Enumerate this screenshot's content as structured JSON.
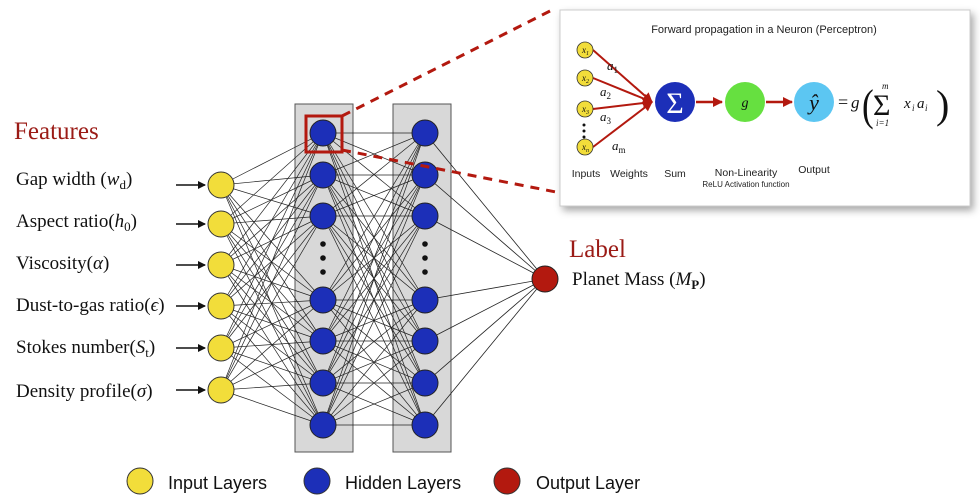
{
  "features": {
    "title": "Features",
    "items": [
      {
        "name": "Gap width",
        "symbol": "w",
        "sub": "d"
      },
      {
        "name": "Aspect ratio",
        "symbol": "h",
        "sub": "0"
      },
      {
        "name": "Viscosity",
        "symbol": "α",
        "sub": ""
      },
      {
        "name": "Dust-to-gas ratio",
        "symbol": "ϵ",
        "sub": ""
      },
      {
        "name": "Stokes number",
        "symbol": "S",
        "sub": "t"
      },
      {
        "name": "Density profile",
        "symbol": "σ",
        "sub": ""
      }
    ]
  },
  "label": {
    "title": "Label",
    "output_name": "Planet Mass",
    "output_symbol": "M",
    "output_sub": "P"
  },
  "legend": {
    "input": "Input Layers",
    "hidden": "Hidden Layers",
    "output": "Output Layer"
  },
  "inset": {
    "title": "Forward propagation in a Neuron (Perceptron)",
    "inputs_label": "Inputs",
    "weights_label": "Weights",
    "sum_label": "Sum",
    "nonlinearity_label": "Non-Linearity",
    "activation_label": "ReLU Activation function",
    "output_label": "Output",
    "sum_symbol": "Σ",
    "g_symbol": "g",
    "yhat_symbol": "ŷ",
    "weights": [
      "a1",
      "a2",
      "a3",
      "am"
    ],
    "inputs": [
      "x1",
      "x2",
      "x3",
      "xn"
    ]
  },
  "colors": {
    "input_node": "#f2dd3a",
    "hidden_node": "#1c2fb8",
    "output_node": "#b3190f",
    "heading": "#9b1b16",
    "panel": "#d8d8d8",
    "sum_node": "#1c2fb8",
    "nonlinearity_node": "#66e040",
    "output_inset_node": "#5cc6f2"
  }
}
